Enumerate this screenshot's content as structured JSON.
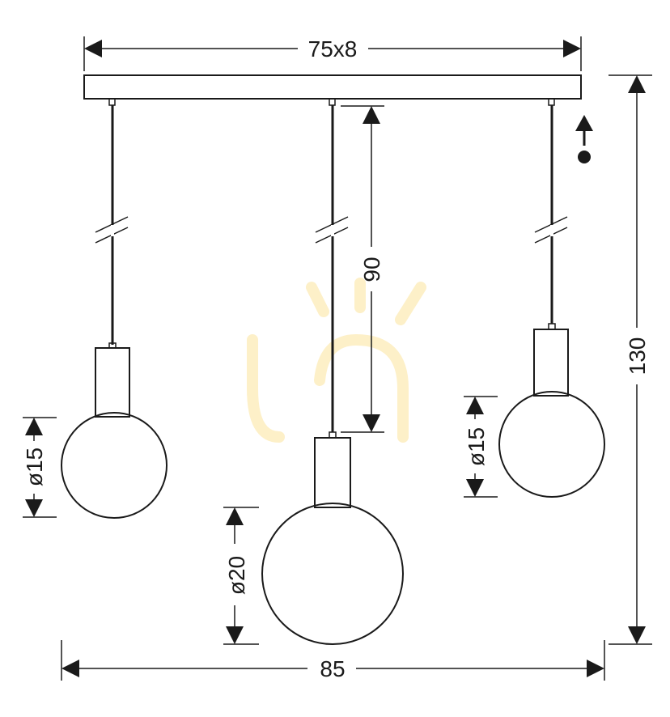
{
  "diagram": {
    "dimensions": {
      "canopy": "75x8",
      "total_width": "85",
      "total_height": "130",
      "cable_length": "90",
      "left_globe_diameter": "ø15",
      "center_globe_diameter": "ø20",
      "right_globe_diameter": "ø15"
    },
    "colors": {
      "line": "#1a1a1a",
      "watermark": "#fdf0c8"
    },
    "icons": [
      "adjustable-height-icon",
      "watermark-logo"
    ]
  }
}
